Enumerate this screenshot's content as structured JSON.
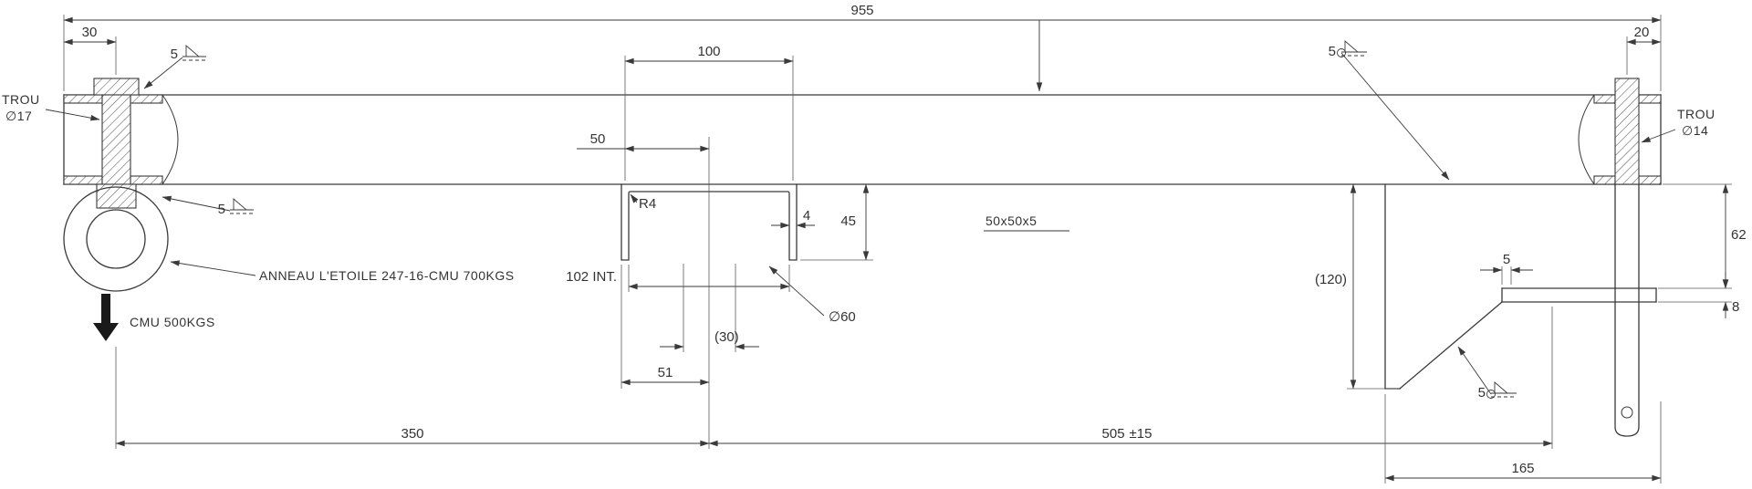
{
  "drawing": {
    "dims": {
      "overall": "955",
      "left_offset": "30",
      "right_offset": "20",
      "channel_width": "100",
      "channel_half": "50",
      "radius": "R4",
      "wall": "4",
      "leg_height": "45",
      "interior": "102 INT.",
      "tube_dia": "∅60",
      "slot": "(30)",
      "edge_to_axis": "51",
      "span_left": "350",
      "span_right": "505",
      "span_right_tol": "±15",
      "bracket_len": "165",
      "bracket_drop": "(120)",
      "plate_gap": "5",
      "plate_drop": "62",
      "plate_thk": "8",
      "section": "50x50x5"
    },
    "labels": {
      "hole_left_1": "TROU",
      "hole_left_2": "∅17",
      "hole_right_1": "TROU",
      "hole_right_2": "∅14",
      "ring": "ANNEAU L'ETOILE 247-16-CMU 700KGS",
      "load": "CMU 500KGS"
    },
    "welds": {
      "left_top": "5",
      "left_ring": "5",
      "right_top": "5",
      "right_bottom": "5"
    },
    "colors": {
      "ink": "#3a3a3a",
      "bg": "#ffffff"
    }
  }
}
